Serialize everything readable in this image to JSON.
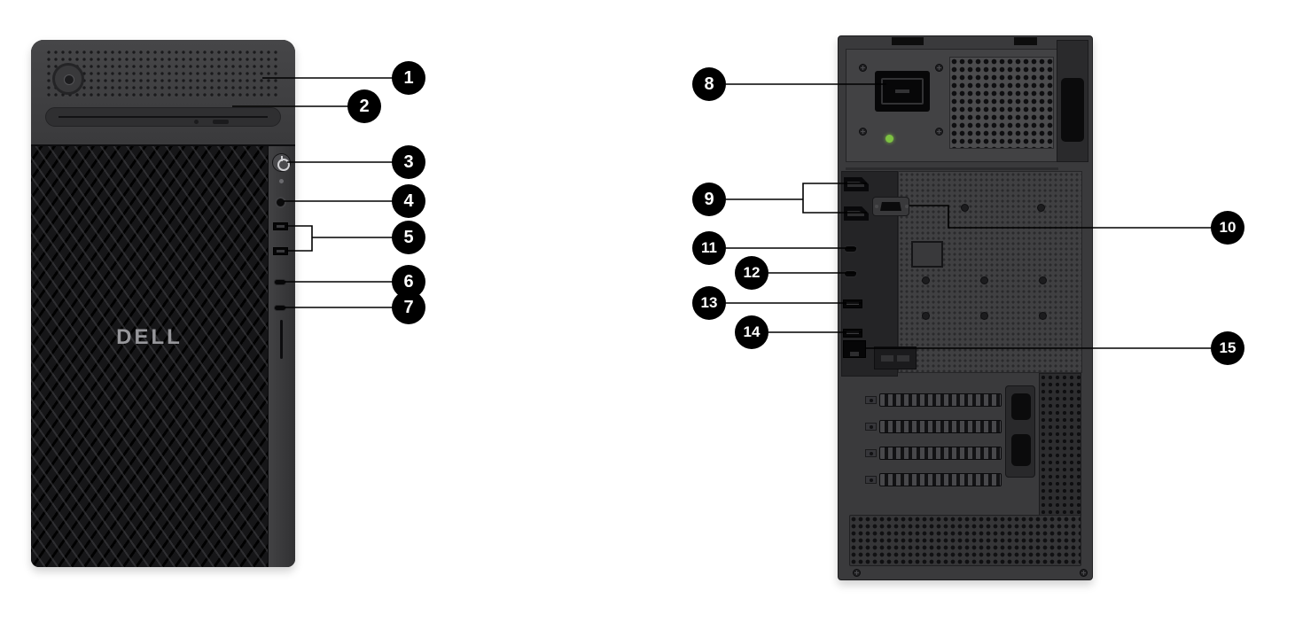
{
  "brand_logo": "DELL",
  "callouts": [
    {
      "number": "1"
    },
    {
      "number": "2"
    },
    {
      "number": "3"
    },
    {
      "number": "4"
    },
    {
      "number": "5"
    },
    {
      "number": "6"
    },
    {
      "number": "7"
    },
    {
      "number": "8"
    },
    {
      "number": "9"
    },
    {
      "number": "10"
    },
    {
      "number": "11"
    },
    {
      "number": "12"
    },
    {
      "number": "13"
    },
    {
      "number": "14"
    },
    {
      "number": "15"
    }
  ],
  "colors": {
    "callout_bg": "#000000",
    "callout_text": "#ffffff",
    "power_led_green": "#7dc242",
    "tower_body": "#3a3a3c",
    "background": "#ffffff"
  }
}
